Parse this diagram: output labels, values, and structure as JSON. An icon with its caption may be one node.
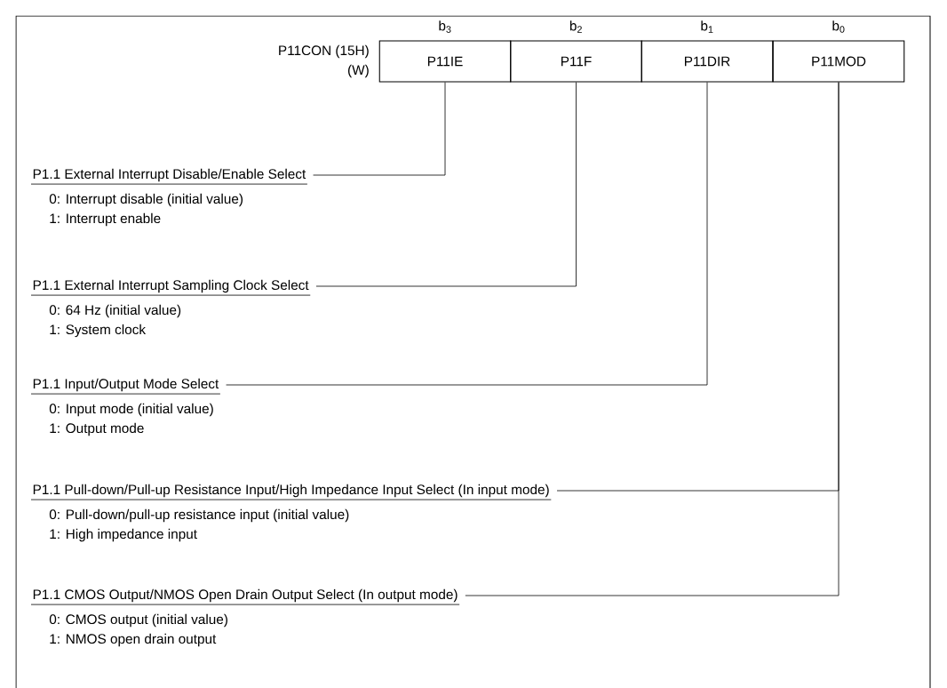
{
  "diagram": {
    "nodes": [
      {
        "text": [
          "P11IE"
        ],
        "beside": [
          "b$_{3}$"
        ]
      },
      {
        "text": [
          "P11F"
        ],
        "beside": [
          "b$_{2}$"
        ]
      },
      {
        "text": [
          "P11DIR"
        ],
        "beside": [
          "b$_{1}$"
        ]
      },
      {
        "text": [
          "P11MOD"
        ],
        "beside": [
          "b$_{0}$"
        ]
      },
      {
        "text": [
          "P1.1 External Interrupt Disable/Enable Select"
        ],
        "beside": [
          "0: Interrupt disable (initial value)",
          "1: Interrupt enable"
        ]
      },
      {
        "text": [
          "P1.1 External Interrupt Sampling Clock Select"
        ],
        "beside": [
          "0: 64 Hz (initial value)",
          "1: System clock"
        ]
      },
      {
        "text": [
          "P1.1 Input/Output Mode Select"
        ],
        "beside": [
          "0: Input mode (initial value)",
          "1: Output mode"
        ]
      },
      {
        "text": [
          "P1.1 Pull-down/Pull-up Resistance Input/High Impedance Input Select (In input mode)"
        ],
        "beside": [
          "0: Pull-down/pull-up resistance input (initial value)",
          "1: High impedance input"
        ]
      },
      {
        "text": [
          "P1.1 CMOS Output/NMOS Open Drain Output Select (In output mode)"
        ],
        "beside": [
          "0: CMOS output (initial value)",
          "1: NMOS open drain output"
        ]
      }
    ],
    "edges": [
      {
        "from": 0,
        "to": 4,
        "arrow": "none"
      },
      {
        "from": 1,
        "to": 5,
        "arrow": "none"
      },
      {
        "from": 2,
        "to": 6,
        "arrow": "none"
      },
      {
        "from": 3,
        "to": 7,
        "arrow": "none"
      },
      {
        "from": 3,
        "to": 8,
        "arrow": "none"
      }
    ],
    "labels": [
      "P11CON (15H)",
      "(W)"
    ]
  }
}
